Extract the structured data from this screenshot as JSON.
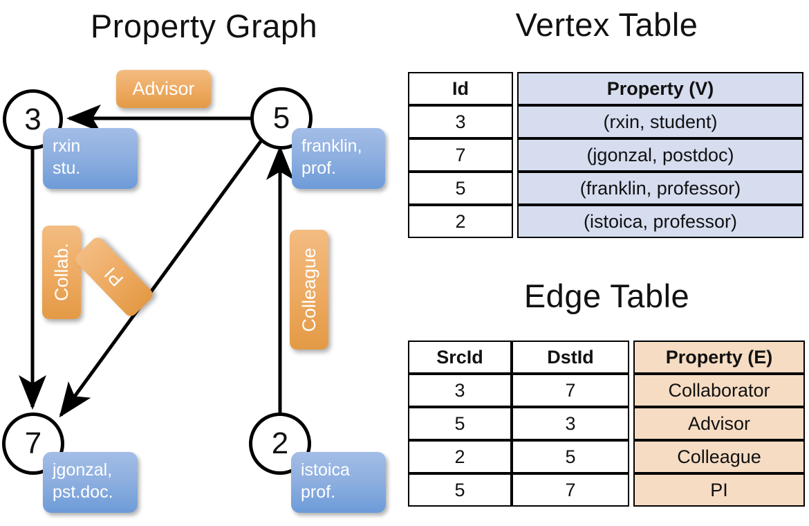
{
  "titles": {
    "graph": "Property Graph",
    "vertex_table": "Vertex Table",
    "edge_table": "Edge Table"
  },
  "graph": {
    "nodes": [
      {
        "id": "3",
        "property_line1": "rxin",
        "property_line2": "stu."
      },
      {
        "id": "5",
        "property_line1": "franklin,",
        "property_line2": "prof."
      },
      {
        "id": "7",
        "property_line1": "jgonzal,",
        "property_line2": "pst.doc."
      },
      {
        "id": "2",
        "property_line1": "istoica",
        "property_line2": "prof."
      }
    ],
    "edge_labels": [
      {
        "name": "advisor",
        "text": "Advisor"
      },
      {
        "name": "collab",
        "text": "Collab."
      },
      {
        "name": "pi",
        "text": "PI"
      },
      {
        "name": "colleague",
        "text": "Colleague"
      }
    ]
  },
  "vertex_table": {
    "headers": [
      "Id",
      "Property (V)"
    ],
    "rows": [
      {
        "id": "3",
        "property": "(rxin, student)"
      },
      {
        "id": "7",
        "property": "(jgonzal, postdoc)"
      },
      {
        "id": "5",
        "property": "(franklin, professor)"
      },
      {
        "id": "2",
        "property": "(istoica, professor)"
      }
    ]
  },
  "edge_table": {
    "headers": [
      "SrcId",
      "DstId",
      "Property (E)"
    ],
    "rows": [
      {
        "src": "3",
        "dst": "7",
        "property": "Collaborator"
      },
      {
        "src": "5",
        "dst": "3",
        "property": "Advisor"
      },
      {
        "src": "2",
        "dst": "5",
        "property": "Colleague"
      },
      {
        "src": "5",
        "dst": "7",
        "property": "PI"
      }
    ]
  },
  "colors": {
    "vertex_property_fill": "#d5ddef",
    "edge_property_fill": "#f6dcc3",
    "node_box_blue": "#6d9bd8",
    "edge_label_orange": "#e39a45",
    "stroke": "#000000",
    "background": "#ffffff"
  }
}
